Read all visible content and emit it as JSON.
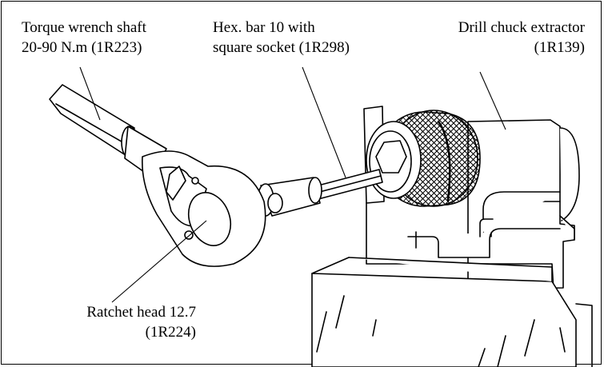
{
  "labels": {
    "torque_wrench": {
      "line1": "Torque wrench shaft",
      "line2": "20-90 N.m (1R223)"
    },
    "hex_bar": {
      "line1": "Hex. bar 10 with",
      "line2": "square socket (1R298)"
    },
    "chuck_extractor": {
      "line1": "Drill chuck extractor",
      "line2": "(1R139)"
    },
    "ratchet_head": {
      "line1": "Ratchet head 12.7",
      "line2": "(1R224)"
    }
  },
  "colors": {
    "line": "#000000",
    "background": "#ffffff"
  }
}
